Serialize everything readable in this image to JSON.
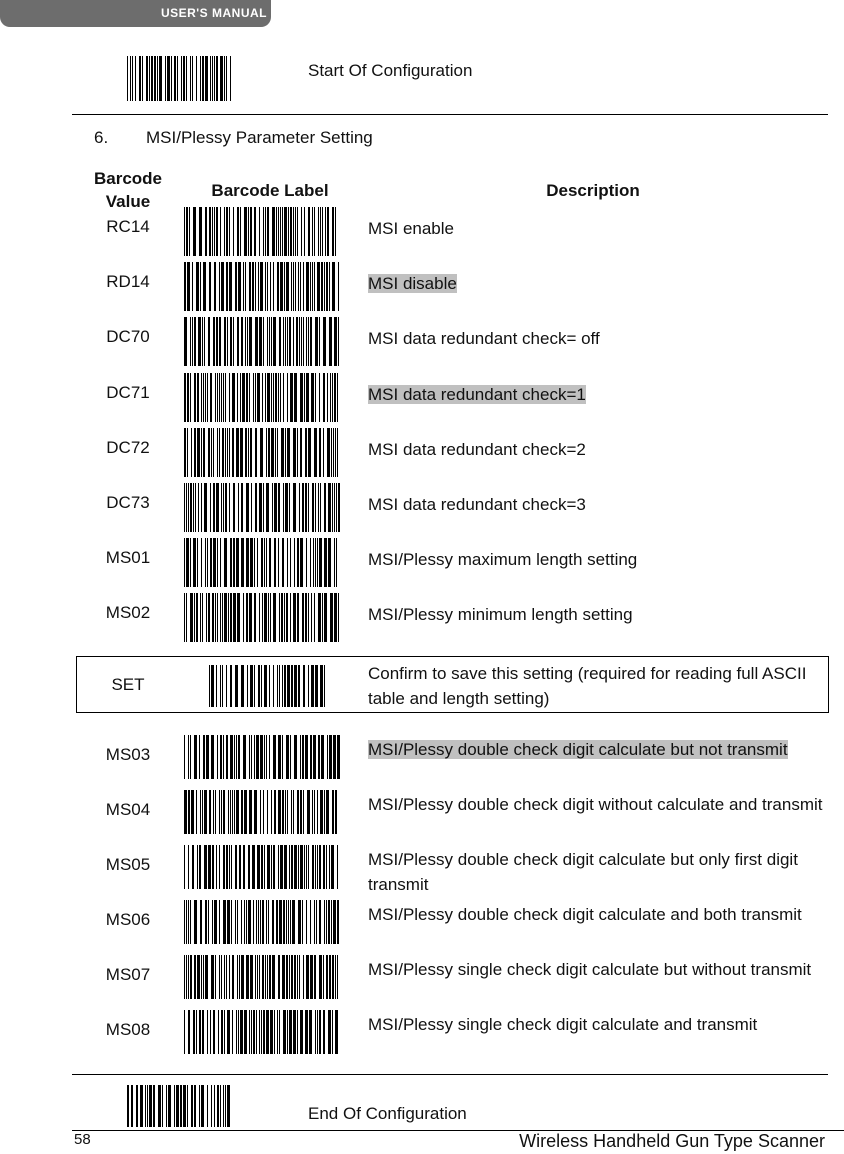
{
  "header": {
    "tab_label": "USER'S MANUAL"
  },
  "start_config": {
    "label": "Start Of Configuration"
  },
  "section": {
    "number": "6.",
    "title": "MSI/Plessy Parameter Setting"
  },
  "table": {
    "headers": {
      "value": "Barcode Value",
      "label": "Barcode Label",
      "description": "Description"
    },
    "rows": [
      {
        "code": "RC14",
        "description": "MSI enable",
        "highlight": false
      },
      {
        "code": "RD14",
        "description": "MSI disable",
        "highlight": true
      },
      {
        "code": "DC70",
        "description": "MSI data redundant check= off",
        "highlight": false
      },
      {
        "code": "DC71",
        "description": "MSI data redundant check=1",
        "highlight": true
      },
      {
        "code": "DC72",
        "description": "MSI data redundant check=2",
        "highlight": false
      },
      {
        "code": "DC73",
        "description": "MSI data redundant check=3",
        "highlight": false
      },
      {
        "code": "MS01",
        "description": "MSI/Plessy maximum length setting",
        "highlight": false
      },
      {
        "code": "MS02",
        "description": "MSI/Plessy minimum length setting",
        "highlight": false
      }
    ],
    "set_row": {
      "code": "SET",
      "description": "Confirm to save this setting (required for reading full ASCII table and length setting)"
    },
    "rows2": [
      {
        "code": "MS03",
        "description": "MSI/Plessy double check digit calculate but not transmit",
        "highlight": true
      },
      {
        "code": "MS04",
        "description": "MSI/Plessy double check digit without calculate and transmit",
        "highlight": false
      },
      {
        "code": "MS05",
        "description": "MSI/Plessy double check digit calculate but only first digit    transmit",
        "highlight": false
      },
      {
        "code": "MS06",
        "description": "MSI/Plessy double check digit calculate and both transmit",
        "highlight": false
      },
      {
        "code": "MS07",
        "description": "MSI/Plessy single check digit calculate but without transmit",
        "highlight": false
      },
      {
        "code": "MS08",
        "description": "MSI/Plessy single check digit calculate and    transmit",
        "highlight": false
      }
    ]
  },
  "end_config": {
    "label": "End Of Configuration"
  },
  "footer": {
    "page_number": "58",
    "product": "Wireless Handheld Gun Type Scanner"
  }
}
